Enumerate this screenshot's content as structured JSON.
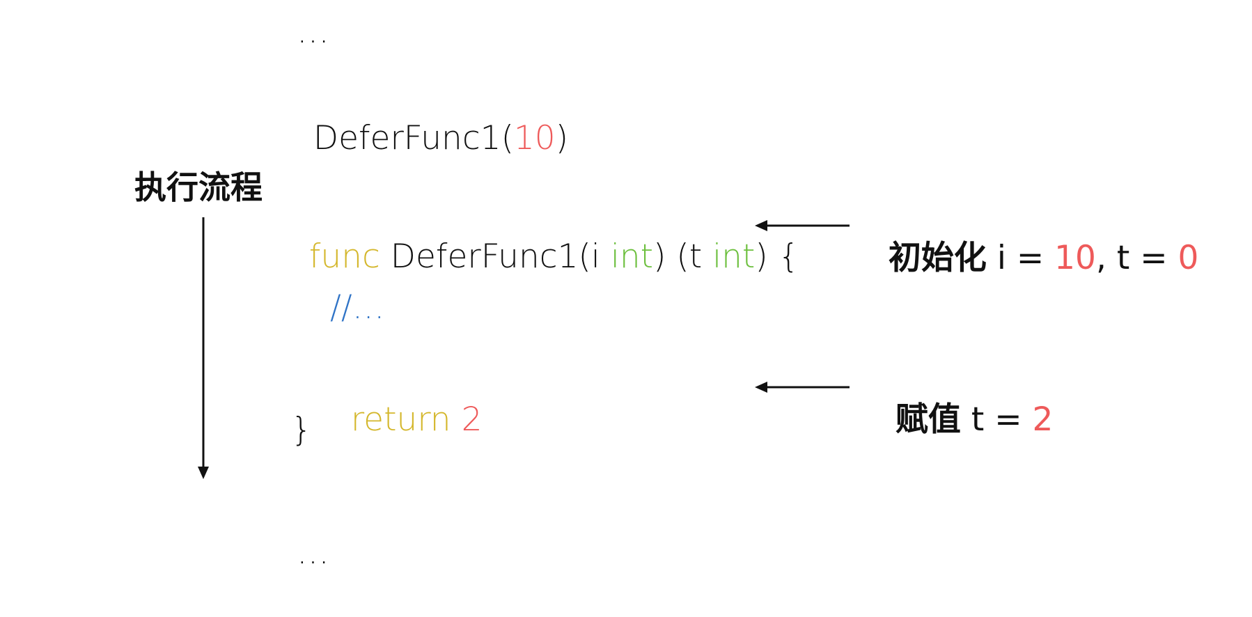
{
  "colors": {
    "text": "#111111",
    "keyword": "#d4b72c",
    "type": "#6cbf3d",
    "number": "#ee5a5a",
    "comment": "#2f73c6"
  },
  "code": {
    "ellipsis_top": "…",
    "call": {
      "name": "DeferFunc1(",
      "arg": "10",
      "close": ")"
    },
    "func": {
      "keyword": "func",
      "name": " DeferFunc1(i ",
      "type1": "int",
      "middle": ") (t ",
      "type2": "int",
      "tail": ") {"
    },
    "comment": "//…",
    "return": {
      "keyword": "return",
      "value": "2"
    },
    "close_brace": "}",
    "ellipsis_bottom": "…"
  },
  "flow_label": "执行流程",
  "annotations": {
    "init": {
      "title": "初始化",
      "lhs1": " i = ",
      "val1": "10",
      "sep": ", t = ",
      "val2": "0"
    },
    "assign": {
      "title": "赋值",
      "lhs": " t = ",
      "val": "2"
    }
  }
}
